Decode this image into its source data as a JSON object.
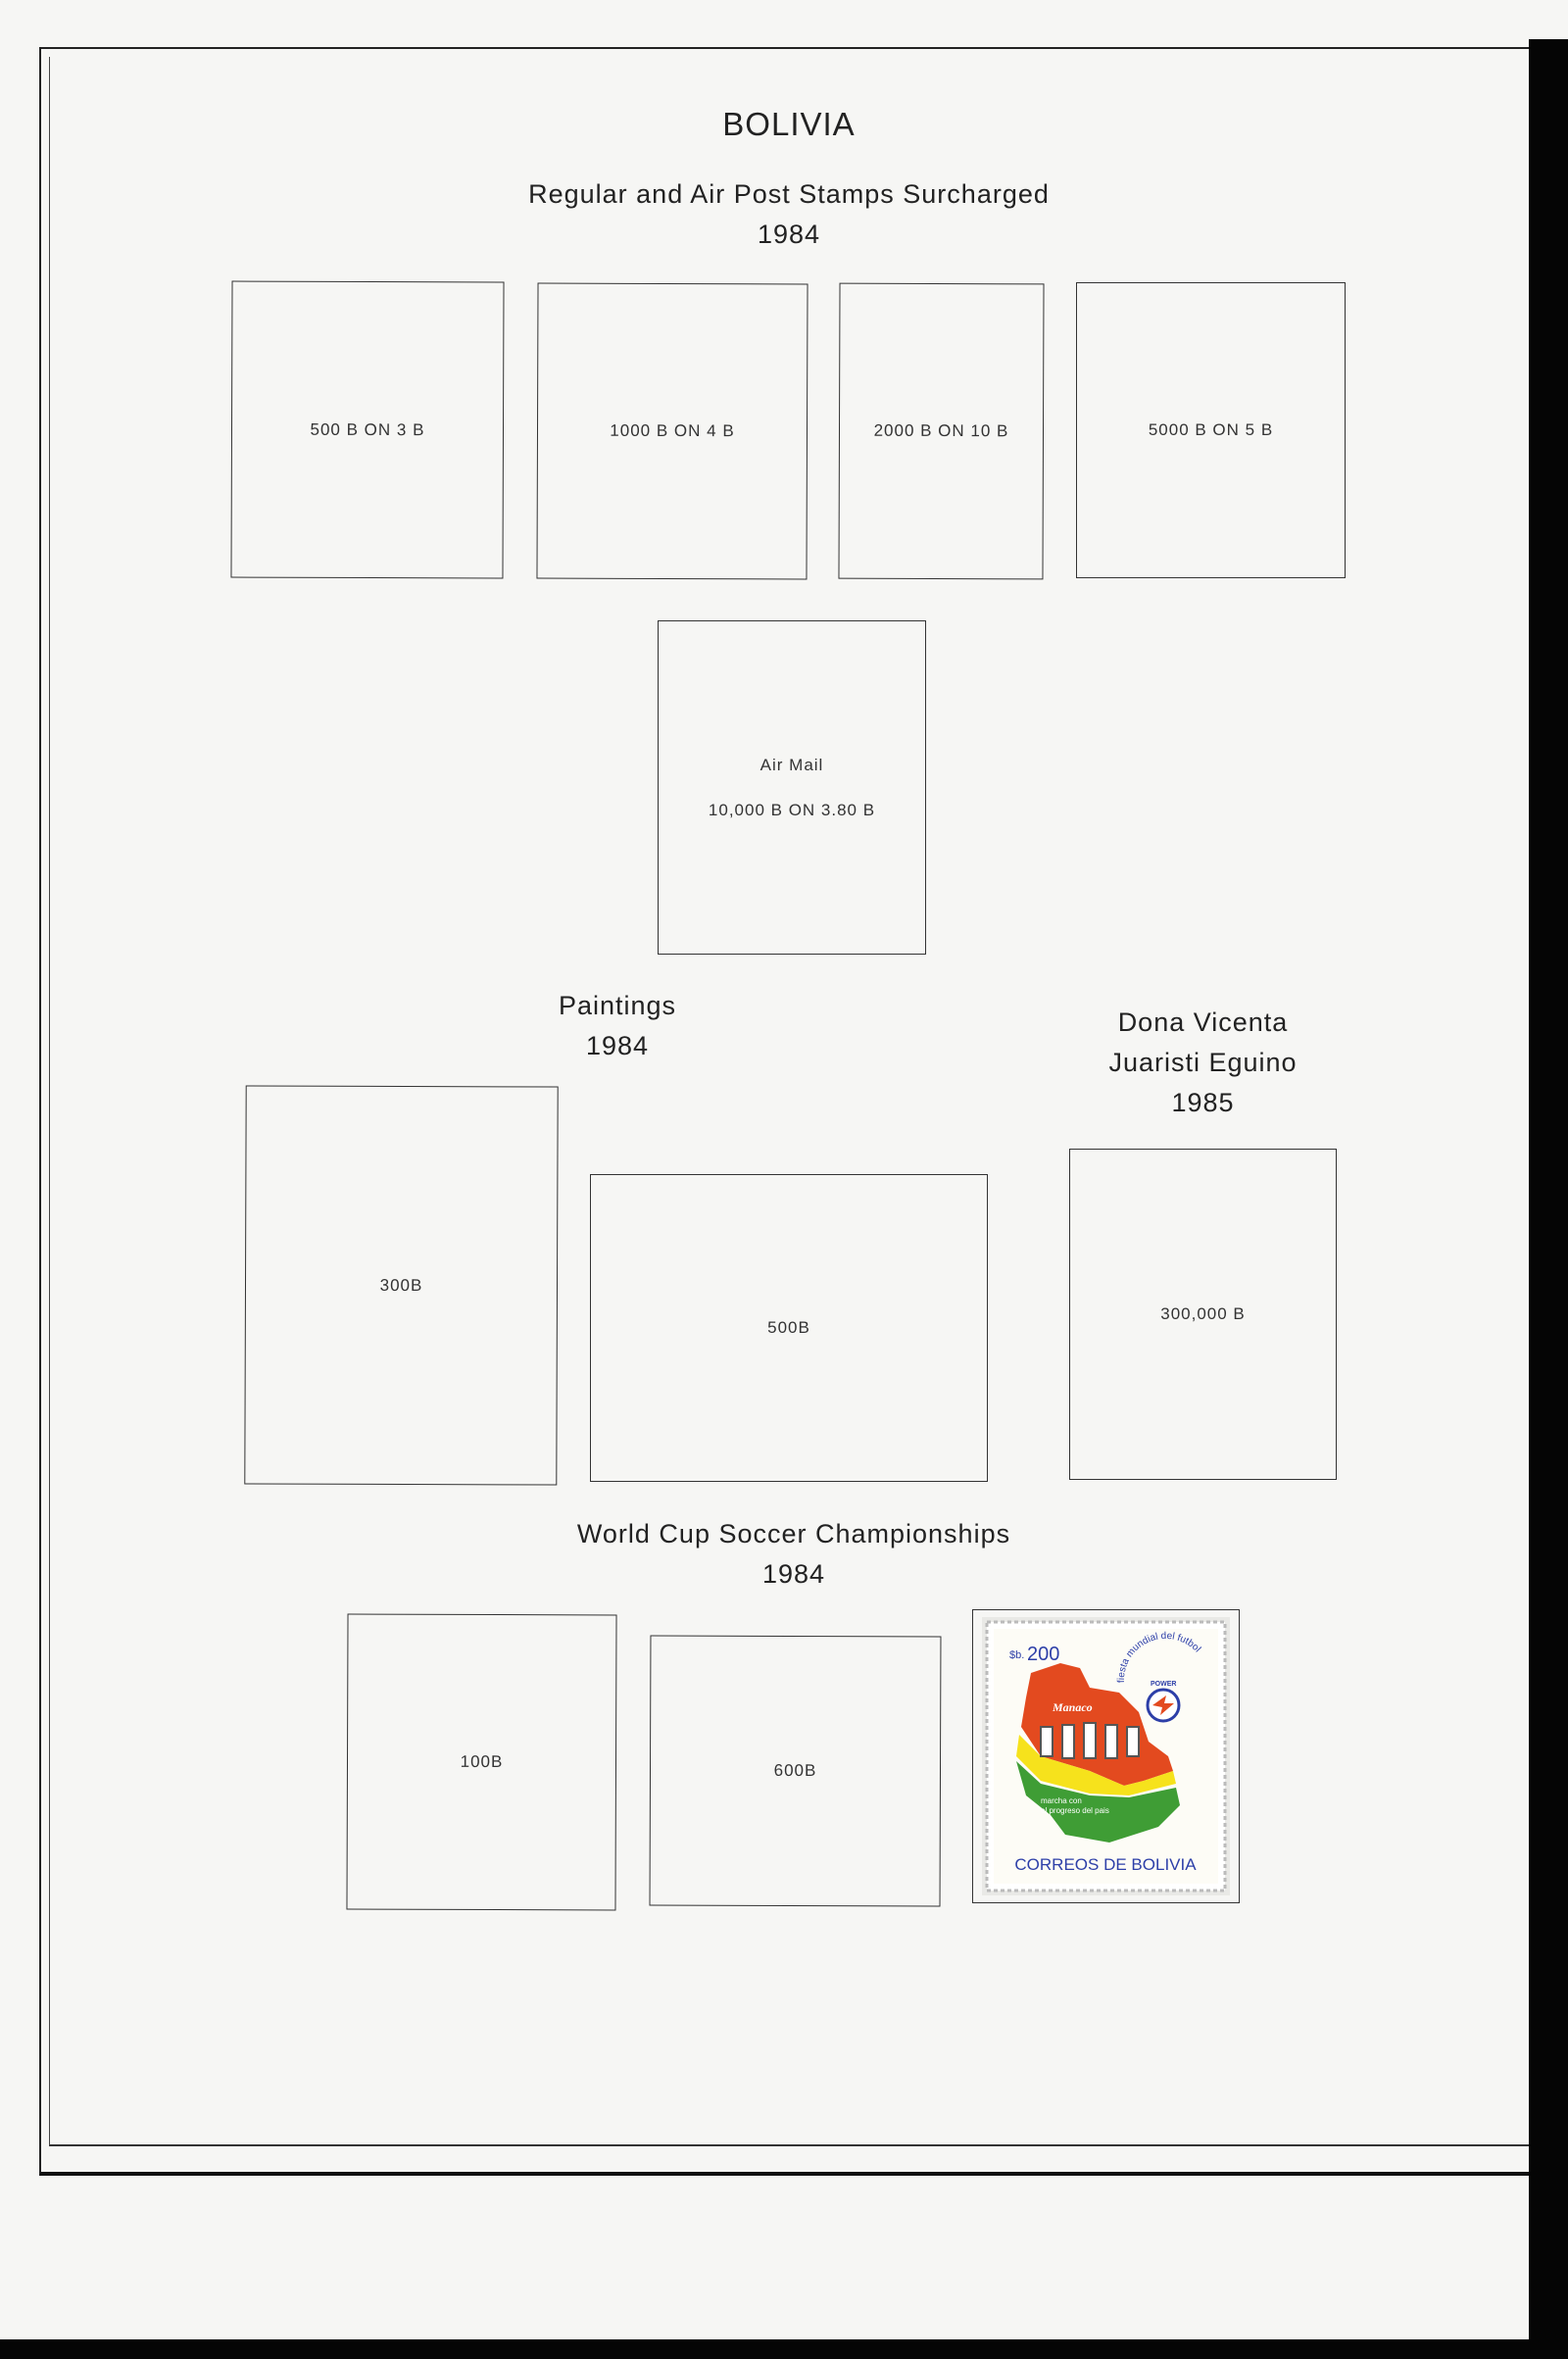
{
  "page": {
    "country": "BOLIVIA",
    "sections": {
      "surcharged": {
        "title": "Regular and Air Post Stamps Surcharged",
        "year": "1984",
        "stamps": [
          "500 B ON 3 B",
          "1000 B ON 4 B",
          "2000 B ON 10 B",
          "5000 B ON 5 B"
        ],
        "airmail": {
          "line1": "Air Mail",
          "line2": "10,000 B ON 3.80 B"
        }
      },
      "paintings": {
        "title": "Paintings",
        "year": "1984",
        "stamps": [
          "300B",
          "500B"
        ]
      },
      "dona": {
        "title_line1": "Dona Vicenta",
        "title_line2": "Juaristi Eguino",
        "year": "1985",
        "stamps": [
          "300,000 B"
        ]
      },
      "worldcup": {
        "title": "World Cup Soccer Championships",
        "year": "1984",
        "stamps": [
          "100B",
          "600B"
        ],
        "mounted_stamp": {
          "denomination_prefix": "$b.",
          "denomination": "200",
          "arc_text": "fiesta mundial del futbol",
          "brand": "Manaco",
          "logo_text": "POWER",
          "slogan_line1": "marcha con",
          "slogan_line2": "el progreso del pais",
          "footer": "CORREOS DE BOLIVIA",
          "colors": {
            "blue": "#2d3fa8",
            "red": "#e34a1f",
            "yellow": "#f6e21c",
            "green": "#3f9d35",
            "paper": "#fdfcf6"
          }
        }
      }
    }
  }
}
